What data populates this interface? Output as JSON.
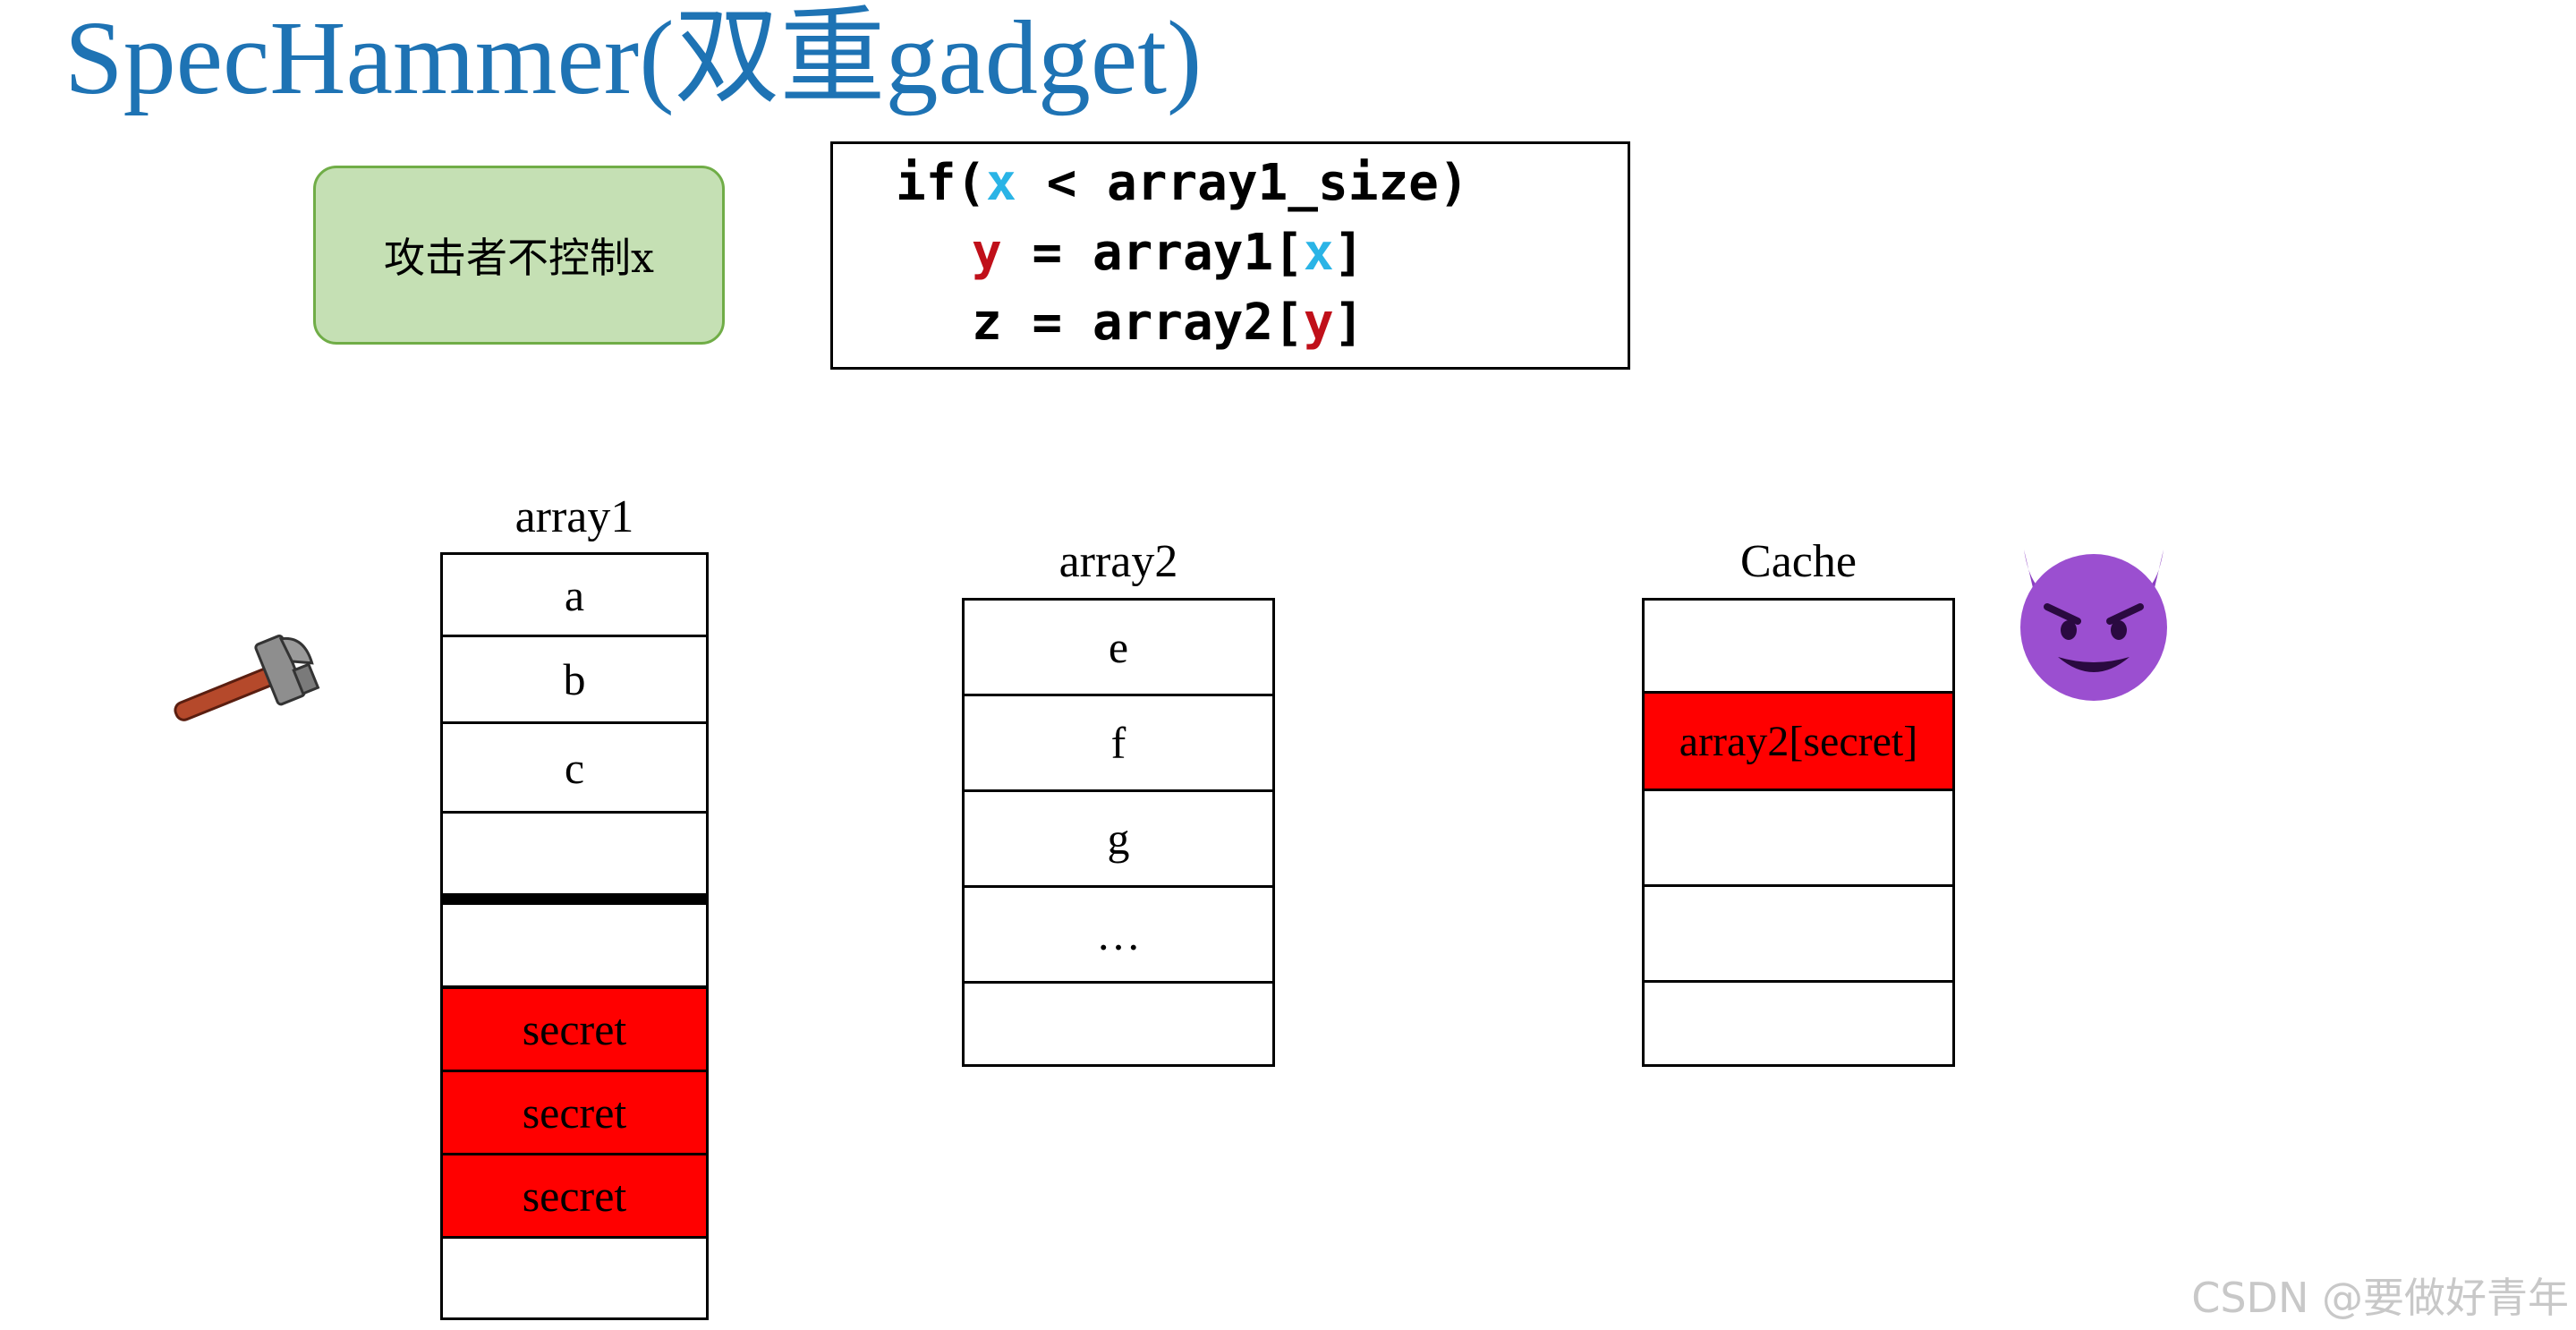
{
  "title": "SpecHammer(双重gadget)",
  "note": "攻击者不控制x",
  "code": {
    "line1": {
      "pre": "if(",
      "var": "x",
      "post": " < array1_size)"
    },
    "line2": {
      "var": "y",
      "mid": " = array1[",
      "var2": "x",
      "post": "]"
    },
    "line3": {
      "pre": "z = array2[",
      "var": "y",
      "post": "]"
    }
  },
  "array1": {
    "label": "array1",
    "cells": [
      "a",
      "b",
      "c",
      "",
      "",
      "secret",
      "secret",
      "secret",
      ""
    ]
  },
  "array2": {
    "label": "array2",
    "cells": [
      "e",
      "f",
      "g",
      "…",
      ""
    ]
  },
  "cache": {
    "label": "Cache",
    "cells": [
      "",
      "array2[secret]",
      "",
      "",
      ""
    ]
  },
  "icons": {
    "hammer": "hammer-icon",
    "devil": "smiling-devil-icon"
  },
  "colors": {
    "title": "#1e73b4",
    "secret": "#ff0000",
    "x_var": "#2ab4e6",
    "y_var": "#c0101a",
    "note_bg": "#c5e0b4"
  },
  "watermark": "CSDN @要做好青年"
}
